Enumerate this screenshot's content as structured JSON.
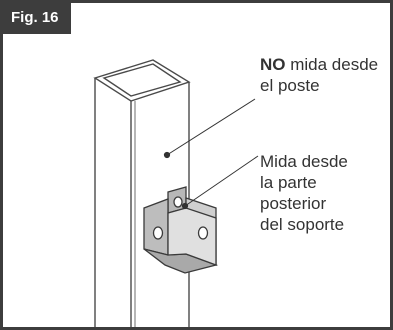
{
  "figure": {
    "label": "Fig. 16",
    "accent_color": "#3d3d3d"
  },
  "callouts": {
    "no_measure_bold": "NO",
    "no_measure_line1_rest": " mida desde",
    "no_measure_line2": "el poste",
    "measure_line1": "Mida desde",
    "measure_line2": "la parte",
    "measure_line3": "posterior",
    "measure_line4": "del soporte"
  }
}
